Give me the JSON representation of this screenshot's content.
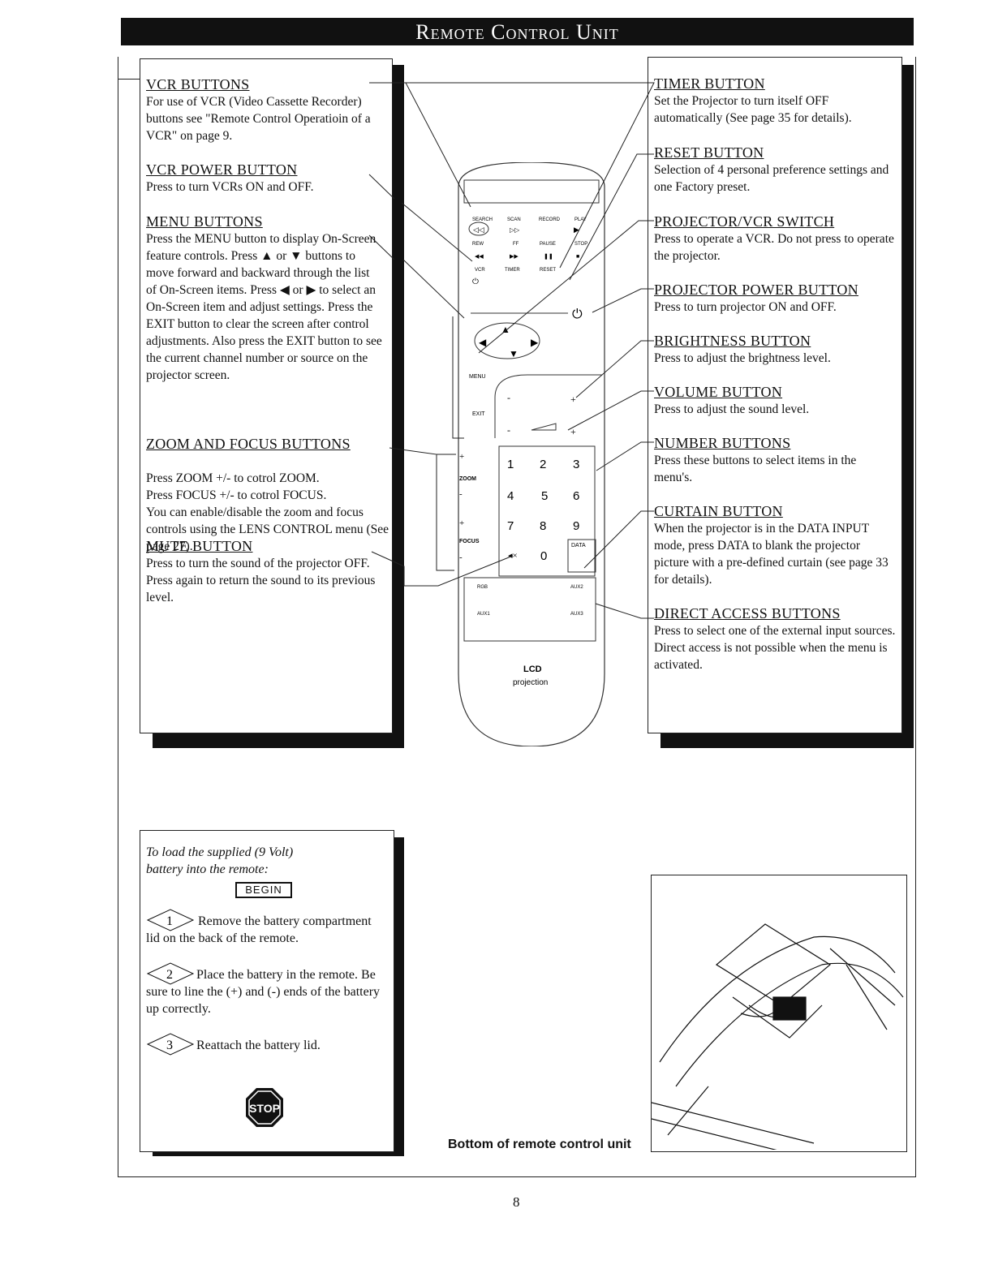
{
  "title": "Remote Control Unit",
  "left_sections": [
    {
      "heading": "VCR BUTTONS",
      "body": "For use of VCR (Video Cassette Recorder) buttons see \"Remote Control Operatioin of a VCR\" on page 9."
    },
    {
      "heading": "VCR POWER BUTTON",
      "body": "Press to turn VCRs ON and OFF."
    },
    {
      "heading": "MENU  BUTTONS",
      "body": "Press the MENU button to display On-Screen feature controls. Press ▲ or ▼ buttons to move forward and backward through the list of On-Screen items. Press ◀ or ▶ to select an On-Screen item and adjust settings. Press the EXIT button to clear the screen after control adjustments. Also press the EXIT button to see the current channel number or source on the projector screen."
    },
    {
      "heading": "ZOOM AND FOCUS BUTTONS",
      "body": "Press ZOOM +/- to cotrol ZOOM.\nPress FOCUS +/- to cotrol FOCUS.\nYou can enable/disable the zoom and focus controls using the LENS CONTROL menu (See page 27)."
    },
    {
      "heading": "MUTE BUTTON",
      "body": "Press to turn the sound of the projector OFF. Press again to return the sound to its previous level."
    }
  ],
  "right_sections": [
    {
      "heading": "TIMER BUTTON",
      "body": "Set the Projector to turn itself OFF automatically (See page 35 for details)."
    },
    {
      "heading": "RESET BUTTON",
      "body": "Selection of 4 personal preference settings and one Factory preset."
    },
    {
      "heading": "PROJECTOR/VCR SWITCH",
      "body": "Press to operate a VCR. Do not press to operate the projector."
    },
    {
      "heading": "PROJECTOR POWER BUTTON",
      "body": "Press to turn projector ON and OFF."
    },
    {
      "heading": "BRIGHTNESS BUTTON",
      "body": "Press to adjust the brightness level."
    },
    {
      "heading": "VOLUME BUTTON",
      "body": "Press  to adjust the sound level."
    },
    {
      "heading": "NUMBER BUTTONS",
      "body": "Press these buttons to select items in the menu's."
    },
    {
      "heading": "CURTAIN BUTTON",
      "body": "When the projector is in the DATA INPUT mode, press DATA to blank the projector picture with a pre-defined curtain (see page 33 for details)."
    },
    {
      "heading": "DIRECT ACCESS BUTTONS",
      "body": "Press to select one of the external input sources. Direct access is not possible when the menu is activated."
    }
  ],
  "remote": {
    "vcr_labels": [
      "SEARCH",
      "SCAN",
      "RECORD",
      "PLAY",
      "REW",
      "FF",
      "PAUSE",
      "STOP",
      "VCR",
      "TIMER",
      "RESET"
    ],
    "menu_label": "MENU",
    "exit_label": "EXIT",
    "zoom_label": "ZOOM",
    "focus_label": "FOCUS",
    "digits": [
      "1",
      "2",
      "3",
      "4",
      "5",
      "6",
      "7",
      "8",
      "9",
      "0"
    ],
    "data_label": "DATA",
    "aux_labels": [
      "RGB",
      "AUX2",
      "AUX1",
      "AUX3"
    ],
    "brand_main": "LCD",
    "brand_sub": "projection"
  },
  "battery": {
    "intro": "To load the supplied (9 Volt) battery into the remote:",
    "begin": "BEGIN",
    "steps": [
      {
        "num": "1",
        "text": "Remove the battery compartment lid on the back of the remote."
      },
      {
        "num": "2",
        "text": "Place the battery in the remote. Be sure to line the (+) and (-) ends of the battery up correctly."
      },
      {
        "num": "3",
        "text": "Reattach the battery lid."
      }
    ],
    "stop": "STOP"
  },
  "caption": "Bottom of remote control unit",
  "page_number": "8"
}
